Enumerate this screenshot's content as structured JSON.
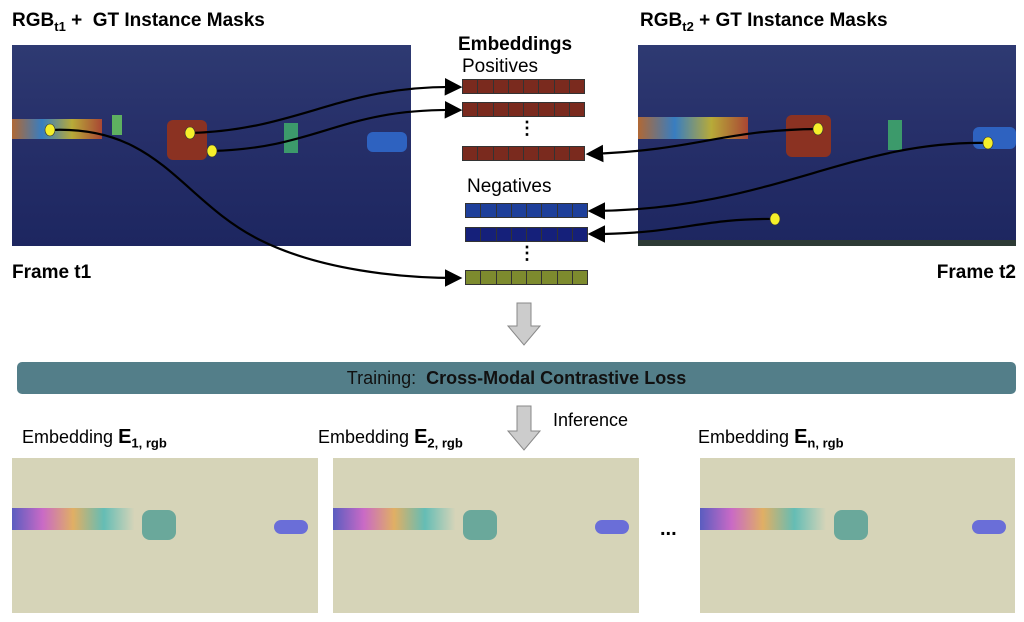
{
  "left_panel": {
    "title_main": "RGB",
    "title_sub": "t1",
    "title_rest": " +  GT Instance Masks",
    "caption": "Frame t1"
  },
  "right_panel": {
    "title_main": "RGB",
    "title_sub": "t2",
    "title_rest": " + GT Instance Masks",
    "caption": "Frame t2"
  },
  "embeddings": {
    "title": "Embeddings",
    "positives_label": "Positives",
    "negatives_label": "Negatives",
    "ellipsis": "⋮",
    "colors": {
      "positive": "#7a2a1e",
      "negative_1": "#1e3f9a",
      "negative_2": "#15207a",
      "negative_3": "#7d8b2e"
    }
  },
  "training": {
    "prefix": "Training:",
    "label": "Cross-Modal Contrastive Loss",
    "color": "#537e89"
  },
  "inference": {
    "label": "Inference"
  },
  "outputs": [
    {
      "label": "Embedding ",
      "symbol": "E",
      "sub": "1, rgb"
    },
    {
      "label": "Embedding ",
      "symbol": "E",
      "sub": "2, rgb"
    },
    {
      "label": "Embedding ",
      "symbol": "E",
      "sub": "n, rgb"
    }
  ],
  "outputs_ellipsis": "..."
}
